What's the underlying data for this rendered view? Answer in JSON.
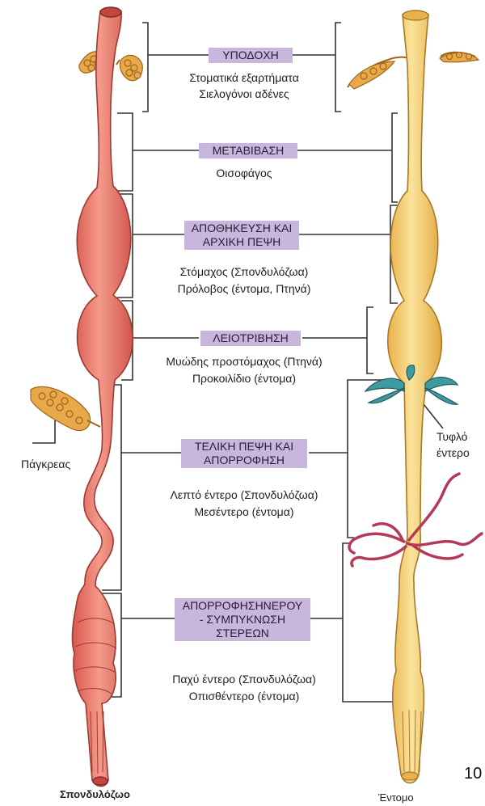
{
  "sections": [
    {
      "title": "ΥΠΟΔΟΧΗ",
      "items": [
        "Στοματικά εξαρτήματα",
        "Σιελογόνοι αδένες"
      ]
    },
    {
      "title": "ΜΕΤΑΒΙΒΑΣΗ",
      "items": [
        "Οισοφάγος"
      ]
    },
    {
      "title": "ΑΠΟΘΗΚΕΥΣΗ ΚΑΙ\nΑΡΧΙΚΗ ΠΕΨΗ",
      "items": [
        "Στόμαχος (Σπονδυλόζωα)",
        "Πρόλοβος (έντομα, Πτηνά)"
      ]
    },
    {
      "title": "ΛΕΙΟΤΡΙΒΗΣΗ",
      "items": [
        "Μυώδης προστόμαχος (Πτηνά)",
        "Προκοιλίδιο (έντομα)"
      ]
    },
    {
      "title": "ΤΕΛΙΚΗ ΠΕΨΗ ΚΑΙ\nΑΠΟΡΡΟΦΗΣΗ",
      "items": [
        "Λεπτό έντερο (Σπονδυλόζωα)",
        "Μεσέντερο (έντομα)"
      ]
    },
    {
      "title": "ΑΠΟΡΡΟΦΗΣΗΝΕΡΟΥ\n- ΣΥΜΠΥΚΝΩΣΗ\nΣΤΕΡΕΩΝ",
      "items": [
        "Παχύ έντερο (Σπονδυλόζωα)",
        "Οπισθέντερο (έντομα)"
      ]
    }
  ],
  "labels": {
    "pancreas": "Πάγκρεας",
    "caecum": "Τυφλό\nέντερο",
    "vertebrate": "Σπονδυλόζωο",
    "insect": "Έντομο",
    "page_number": "10"
  },
  "colors": {
    "vertebrate_gut": "#ef7f72",
    "insect_gut": "#f6cf6e",
    "title_bg": "#c9b6dc",
    "gland": "#e7a94a",
    "caecum": "#2f8a8c",
    "malpighian": "#b23a57"
  }
}
